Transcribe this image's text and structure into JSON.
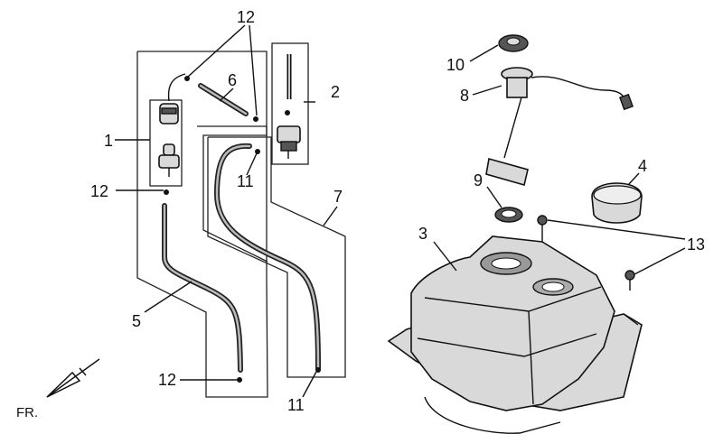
{
  "callouts": [
    {
      "id": "c1",
      "text": "1"
    },
    {
      "id": "c2",
      "text": "2"
    },
    {
      "id": "c3",
      "text": "3"
    },
    {
      "id": "c4",
      "text": "4"
    },
    {
      "id": "c5",
      "text": "5"
    },
    {
      "id": "c6",
      "text": "6"
    },
    {
      "id": "c7",
      "text": "7"
    },
    {
      "id": "c8",
      "text": "8"
    },
    {
      "id": "c9",
      "text": "9"
    },
    {
      "id": "c10",
      "text": "10"
    },
    {
      "id": "c11a",
      "text": "11"
    },
    {
      "id": "c11b",
      "text": "11"
    },
    {
      "id": "c12a",
      "text": "12"
    },
    {
      "id": "c12b",
      "text": "12"
    },
    {
      "id": "c12c",
      "text": "12"
    },
    {
      "id": "c13",
      "text": "13"
    }
  ],
  "orientation": {
    "label": "FR."
  }
}
